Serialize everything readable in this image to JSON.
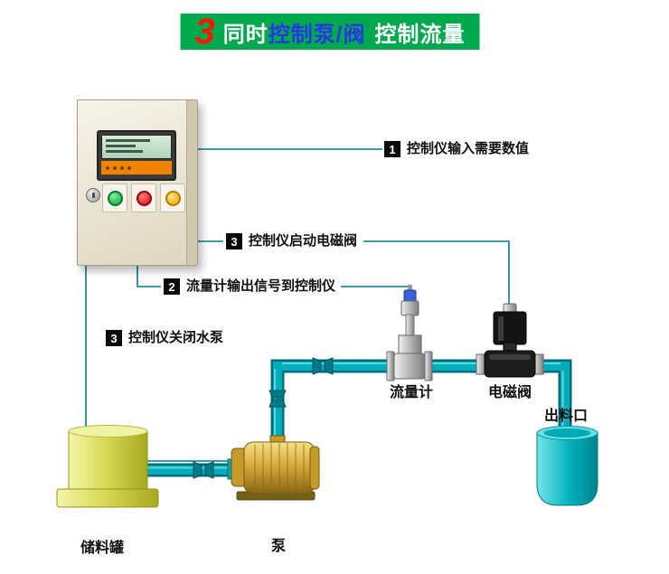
{
  "title": {
    "number": "3",
    "part1": "同时",
    "part2": "控制泵/阀",
    "part3": "控制流量"
  },
  "callouts": [
    {
      "num": "1",
      "text": "控制仪输入需要数值"
    },
    {
      "num": "3",
      "text": "控制仪启动电磁阀"
    },
    {
      "num": "2",
      "text": "流量计输出信号到控制仪"
    },
    {
      "num": "3",
      "text": "控制仪关闭水泵"
    }
  ],
  "equipment_labels": {
    "flow_meter": "流量计",
    "solenoid_valve": "电磁阀",
    "outlet": "出料口",
    "storage_tank": "储料罐",
    "pump": "泵"
  },
  "colors": {
    "banner_green": "#00a84e",
    "title_number_red": "#ff1500",
    "title_blue": "#2638e8",
    "pipe_teal": "#00adbc",
    "pipe_edge": "#006d7a",
    "signal_line": "#00798a",
    "tank_yellow": "#d9db58",
    "pump_gold": "#d2a434",
    "outlet_teal": "#00b0bc",
    "callout_square": "#0a0a0a",
    "cabinet_beige": "#e8e2d0"
  }
}
